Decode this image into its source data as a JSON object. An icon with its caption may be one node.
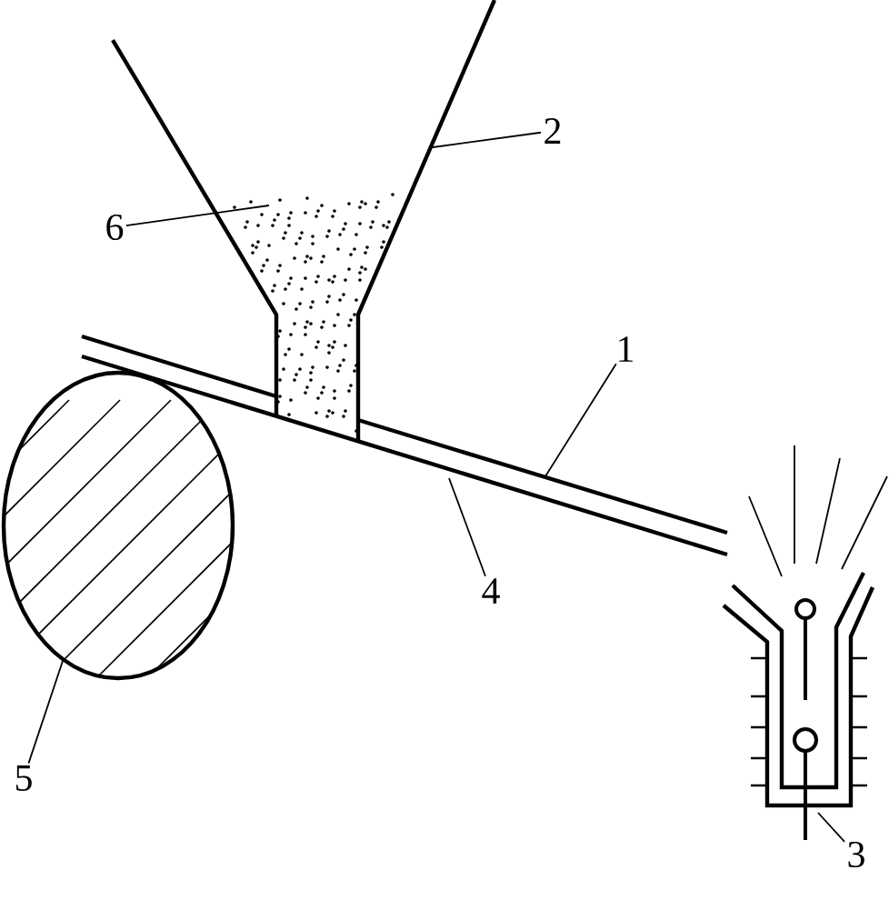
{
  "diagram": {
    "nodes": [
      {
        "text": [
          "2"
        ]
      },
      {
        "text": [
          "6"
        ]
      },
      {
        "text": [
          "1"
        ]
      },
      {
        "text": [
          "4"
        ]
      },
      {
        "text": [
          "5"
        ]
      },
      {
        "text": [
          "3"
        ]
      }
    ],
    "edges": [
      {
        "from": 0,
        "to": null,
        "arrow": "none"
      },
      {
        "from": 1,
        "to": null,
        "arrow": "none"
      },
      {
        "from": 2,
        "to": null,
        "arrow": "none"
      },
      {
        "from": 3,
        "to": null,
        "arrow": "none"
      },
      {
        "from": 4,
        "to": null,
        "arrow": "none"
      },
      {
        "from": 5,
        "to": null,
        "arrow": "none"
      }
    ]
  }
}
